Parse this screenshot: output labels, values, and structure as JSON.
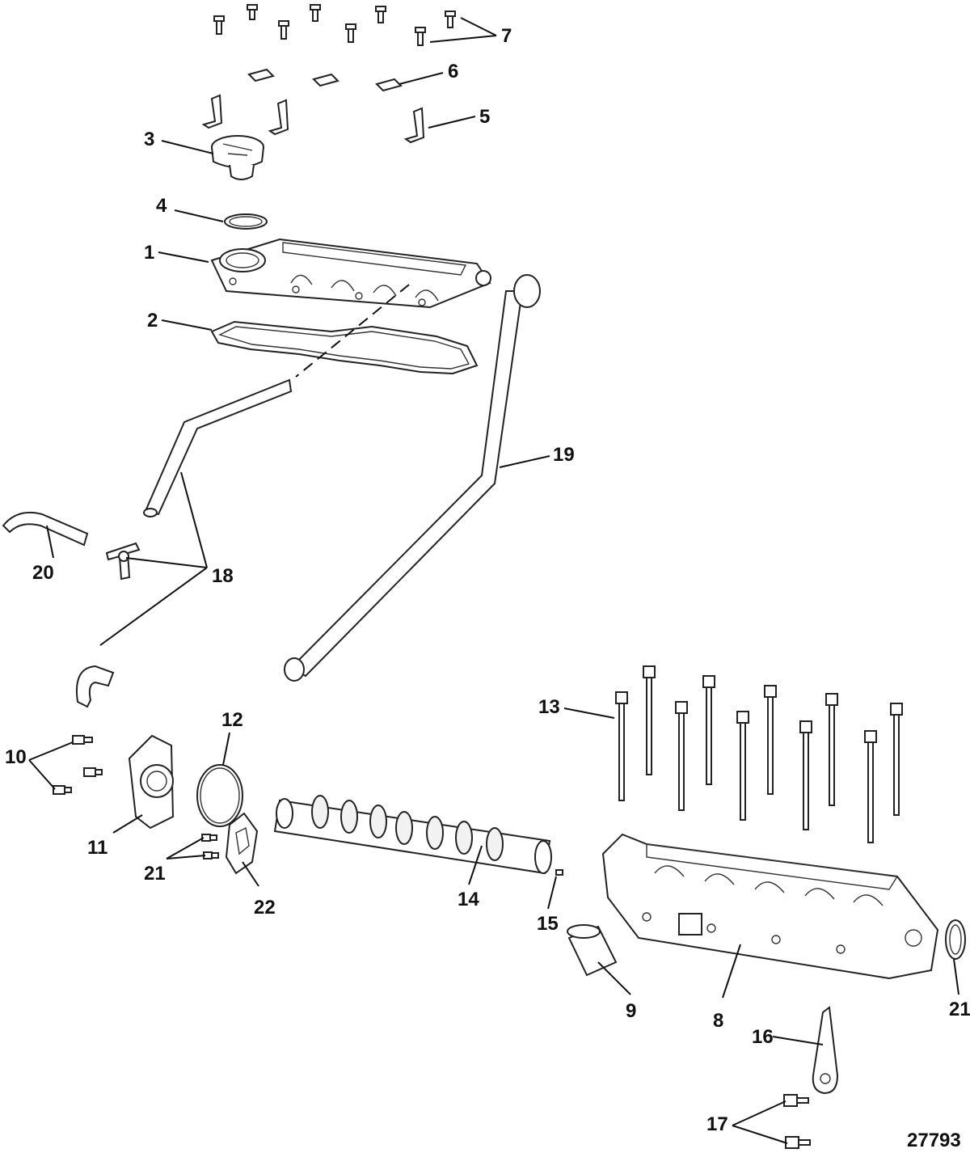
{
  "figure_number": "27793",
  "callouts": {
    "c1": "1",
    "c2": "2",
    "c3": "3",
    "c4": "4",
    "c5": "5",
    "c6": "6",
    "c7": "7",
    "c8": "8",
    "c9": "9",
    "c10": "10",
    "c11": "11",
    "c12": "12",
    "c13": "13",
    "c14": "14",
    "c15": "15",
    "c16": "16",
    "c17": "17",
    "c18": "18",
    "c19": "19",
    "c20": "20",
    "c21a": "21",
    "c21b": "21",
    "c22": "22"
  }
}
